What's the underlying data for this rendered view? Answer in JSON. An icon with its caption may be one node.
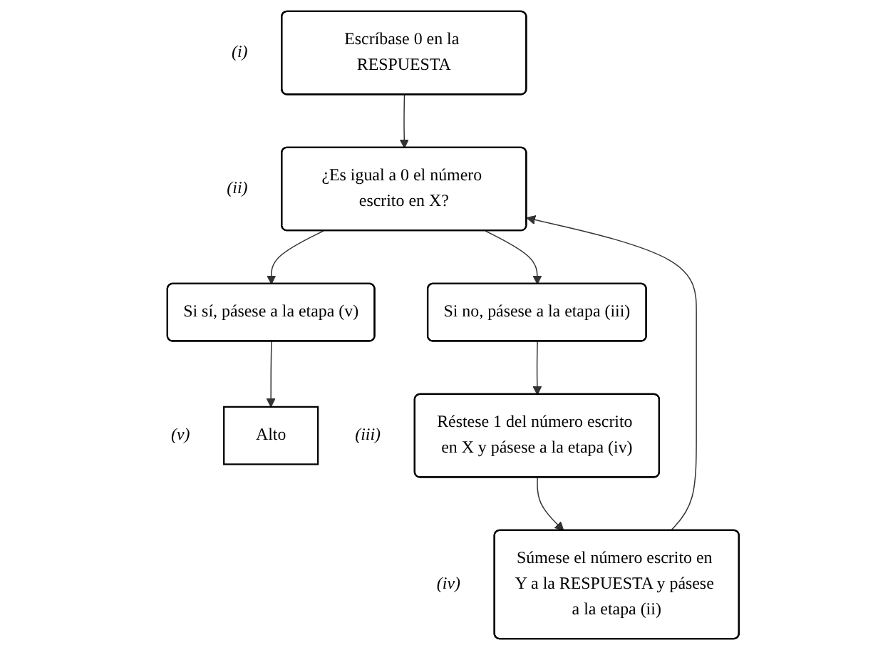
{
  "diagram": {
    "nodes": [
      {
        "text": [
          "Escríbase 0 en la RESPUESTA"
        ],
        "beside": [
          "(i)"
        ]
      },
      {
        "text": [
          "¿Es igual a 0 el número escrito en X?"
        ],
        "beside": [
          "(ii)"
        ]
      },
      {
        "text": [
          "Si sí, pásese a la etapa (v)"
        ]
      },
      {
        "text": [
          "Alto"
        ],
        "beside": [
          "(v)"
        ]
      },
      {
        "text": [
          "Si no, pásese a la etapa (iii)"
        ]
      },
      {
        "text": [
          "Súmese el número escrito en Y a la RESPUESTA y pásese a la etapa (ii)"
        ],
        "beside": [
          "(iv)"
        ]
      },
      {
        "text": [
          "Réstese 1 del número escrito en X y pásese a la etapa (iv)"
        ],
        "beside": [
          "(iii)"
        ]
      }
    ],
    "edges": [
      {
        "from": 0,
        "to": 1,
        "arrow": "to"
      },
      {
        "from": 1,
        "to": 2,
        "arrow": "to"
      },
      {
        "from": 2,
        "to": 3,
        "arrow": "to"
      },
      {
        "from": 1,
        "to": 4,
        "arrow": "to"
      },
      {
        "from": 4,
        "to": 6,
        "arrow": "to"
      },
      {
        "from": 6,
        "to": 5,
        "arrow": "to"
      },
      {
        "from": 5,
        "to": 1,
        "arrow": "to"
      }
    ]
  }
}
